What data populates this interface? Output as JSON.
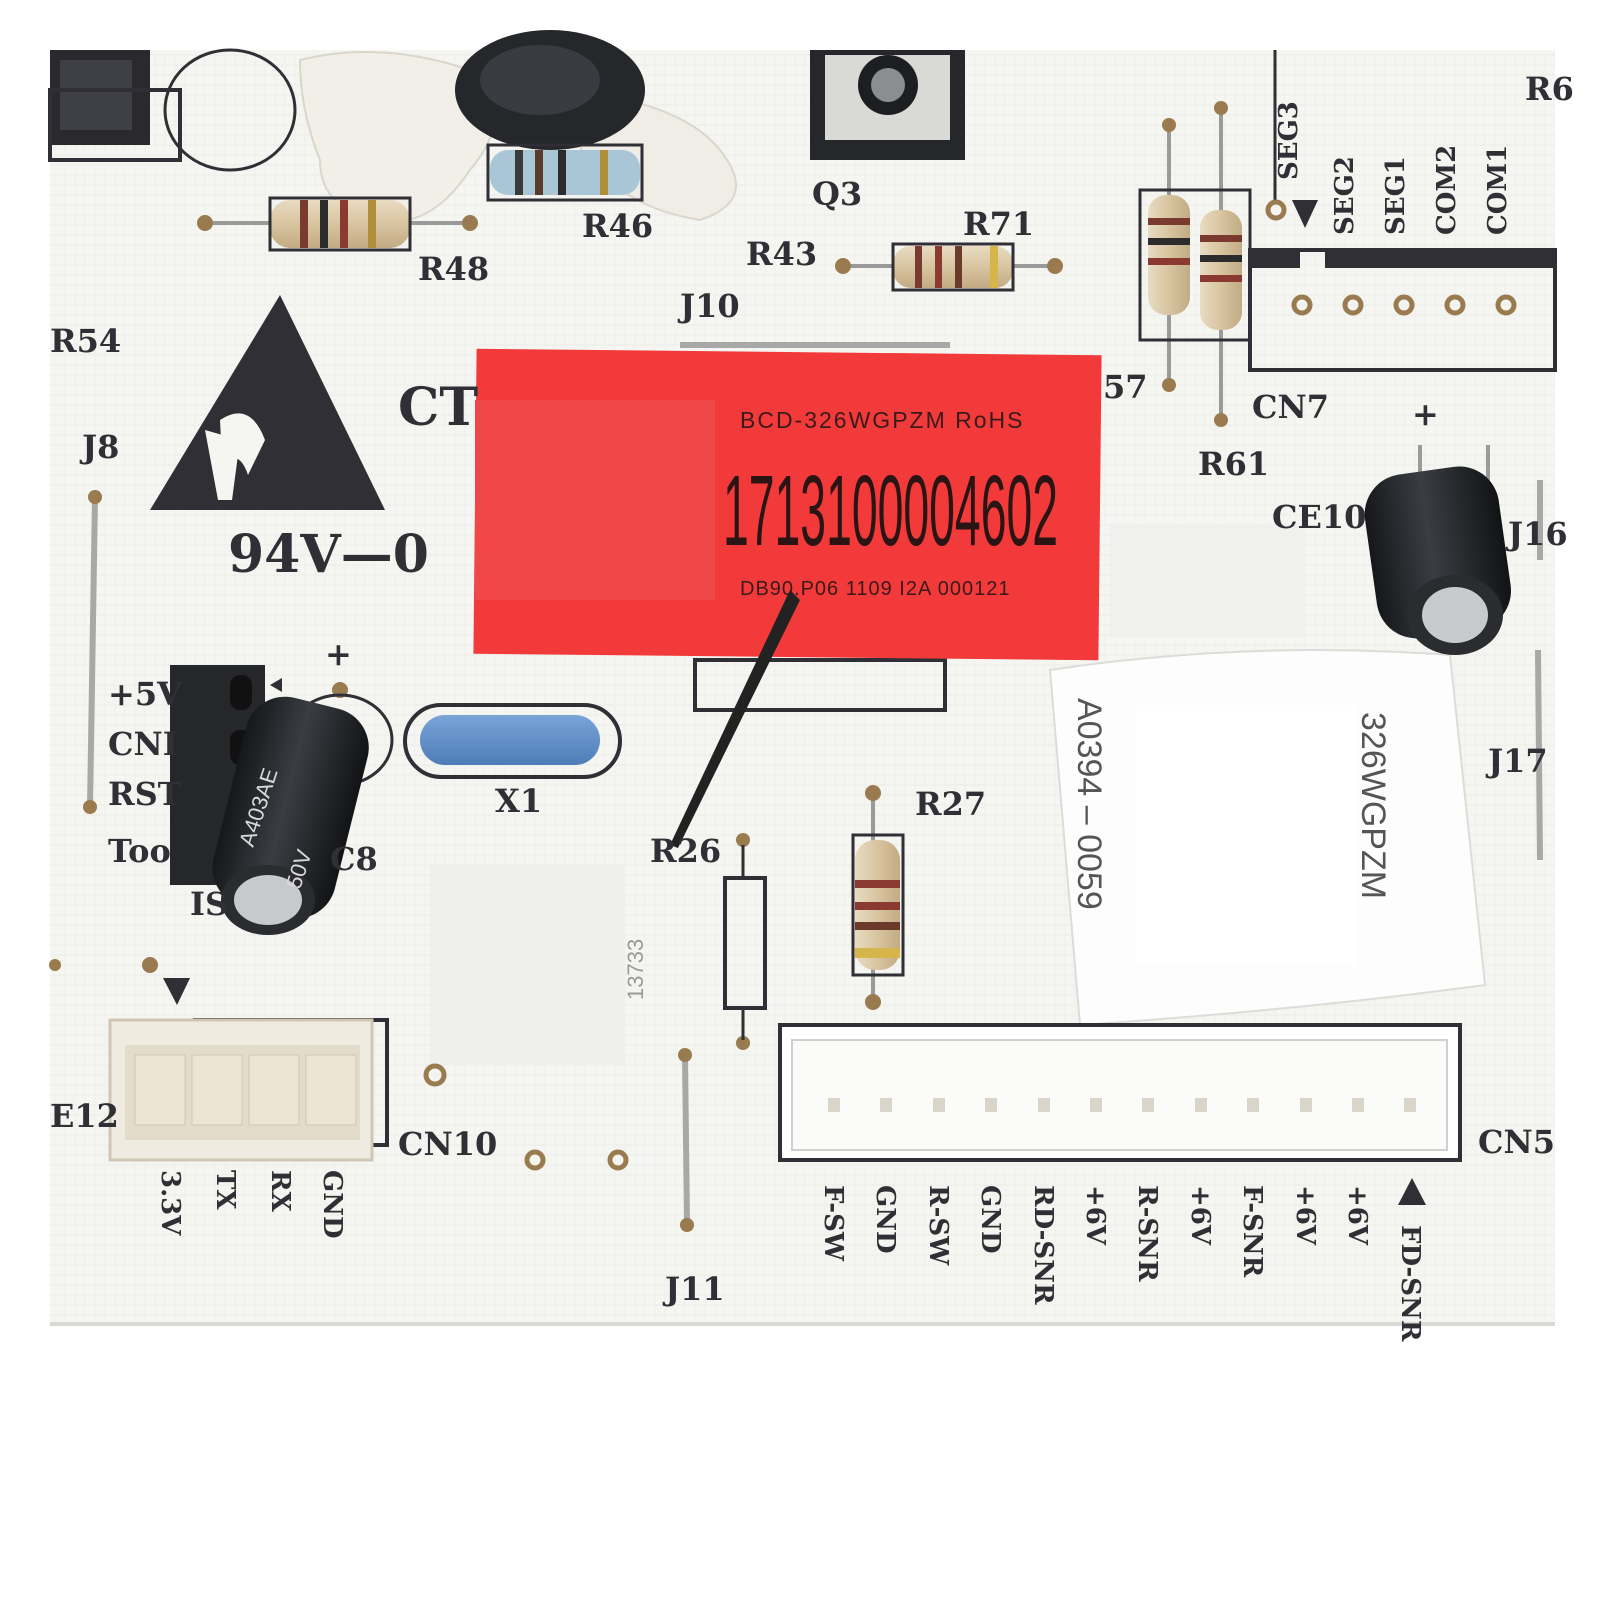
{
  "photo": {
    "subject": "Refrigerator control PCB close-up",
    "board_color": "#f4f4f1",
    "silkscreen_color": "#2f2f35"
  },
  "labels": {
    "R48": "R48",
    "R46": "R46",
    "Q3": "Q3",
    "R43": "R43",
    "R71": "R71",
    "R6": "R6",
    "SEG3": "SEG3",
    "SEG2": "SEG2",
    "SEG1": "SEG1",
    "COM2": "COM2",
    "COM1": "COM1",
    "R54": "R54",
    "J10": "J10",
    "CT": "CT",
    "R57": "57",
    "CN7": "CN7",
    "R61": "R61",
    "J8": "J8",
    "flame_rating": "94V—0",
    "CE10": "CE10",
    "J16": "J16",
    "plus5v": "+5V",
    "CN1": "CNI",
    "RST": "RST",
    "Tool": "Too",
    "C8": "C8",
    "IS": "IS",
    "X1": "X1",
    "R27": "R27",
    "R26": "R26",
    "J17": "J17",
    "code_13733": "13733",
    "CE12": "E12",
    "CN10": "CN10",
    "J11": "J11",
    "CN5": "CN5",
    "plus_sign": "+"
  },
  "cap_marking": {
    "rating": "50V",
    "code": "A403AE"
  },
  "red_label": {
    "model": "BCD-326WGPZM RoHS",
    "serial": "1713100004602",
    "batch": "DB90.P06  1109 I2A 000121",
    "color": "#f23a3a"
  },
  "white_sticker": {
    "line1": "A0394 – 0059",
    "line2": "326WGPZM"
  },
  "cn10_pins": [
    "3.3V",
    "TX",
    "RX",
    "GND"
  ],
  "cn5_pins": [
    "F-SW",
    "GND",
    "R-SW",
    "GND",
    "RD-SNR",
    "+6V",
    "R-SNR",
    "+6V",
    "F-SNR",
    "+6V",
    "+6V",
    "FD-SNR"
  ]
}
